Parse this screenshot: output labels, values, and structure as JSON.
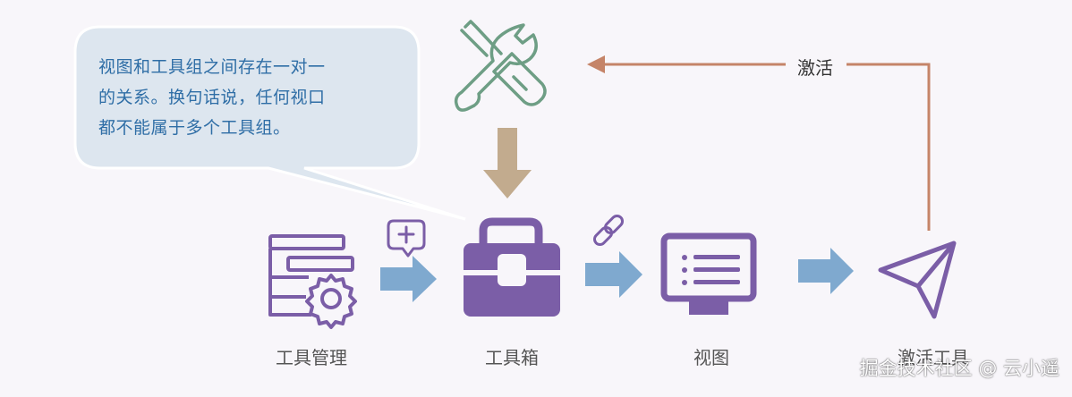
{
  "callout": {
    "lines": [
      "视图和工具组之间存在一对一",
      "的关系。换句话说，任何视口",
      "都不能属于多个工具组。"
    ]
  },
  "nodes": {
    "tool_management": "工具管理",
    "toolbox": "工具箱",
    "view": "视图",
    "activate_tool": "激活工具"
  },
  "activate_arrow_label": "激活",
  "watermark": "掘金技术社区 @ 云小遥",
  "colors": {
    "purple": "#7b5ea7",
    "blue_arrow": "#7fa9cf",
    "tan_arrow": "#c2ab8e",
    "rust_arrow": "#c58468",
    "green_icon": "#6e9e85",
    "callout_bg": "#dde6ef"
  }
}
